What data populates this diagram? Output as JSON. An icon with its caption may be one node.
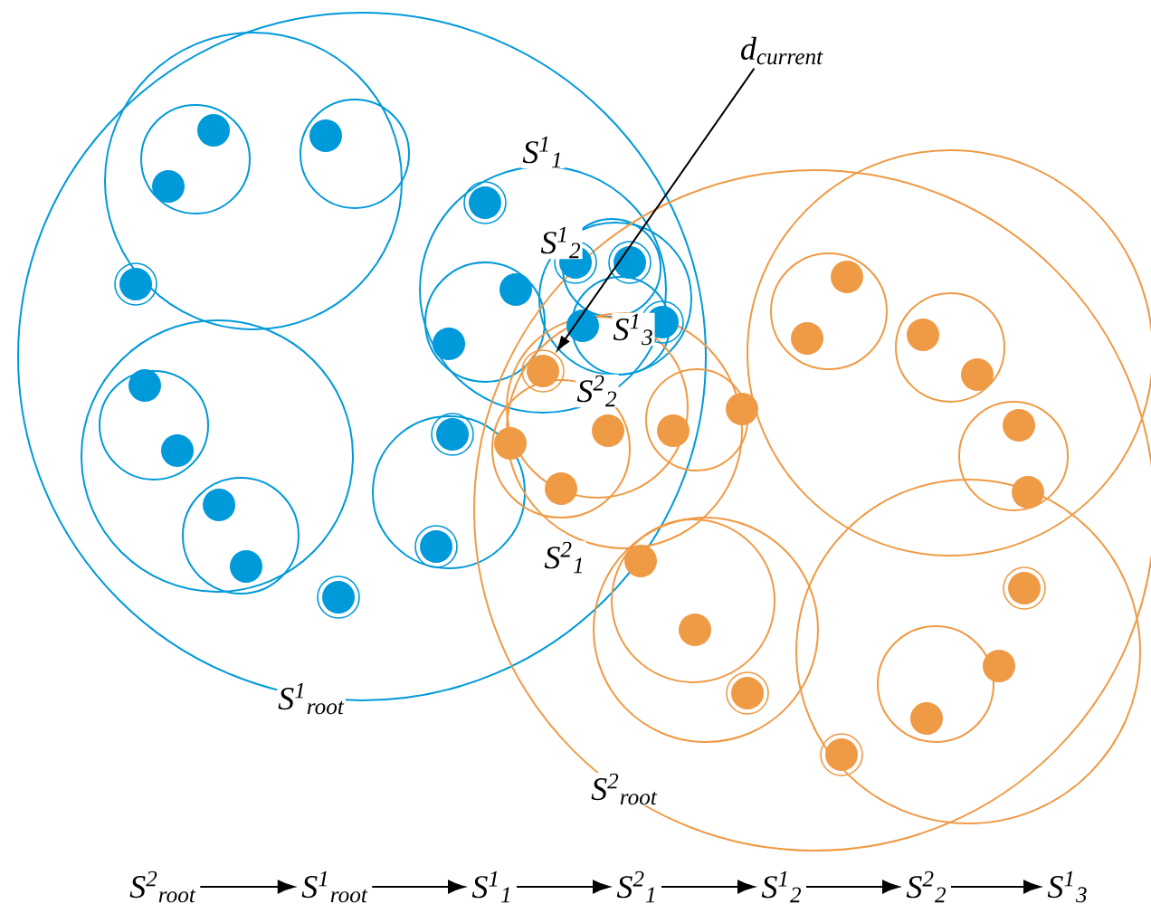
{
  "diagram": {
    "nodes": [
      {
        "text": [
          "S$^{2}$$_{root}$"
        ]
      },
      {
        "text": [
          "S$^{1}$$_{root}$"
        ]
      },
      {
        "text": [
          "S$^{1}$$_{1}$"
        ]
      },
      {
        "text": [
          "S$^{2}$$_{1}$"
        ]
      },
      {
        "text": [
          "S$^{1}$$_{2}$"
        ]
      },
      {
        "text": [
          "S$^{2}$$_{2}$"
        ]
      },
      {
        "text": [
          "S$^{1}$$_{3}$"
        ]
      },
      {
        "text": [
          "d$_{current}$"
        ]
      },
      {
        "text": [],
        "shape": "circle"
      }
    ],
    "edges": [
      {
        "from": 0,
        "to": 1,
        "arrow": "to"
      },
      {
        "from": 1,
        "to": 2,
        "arrow": "to"
      },
      {
        "from": 2,
        "to": 3,
        "arrow": "to"
      },
      {
        "from": 3,
        "to": 4,
        "arrow": "to"
      },
      {
        "from": 4,
        "to": 5,
        "arrow": "to"
      },
      {
        "from": 5,
        "to": 6,
        "arrow": "to"
      },
      {
        "from": 7,
        "to": 8,
        "arrow": "to"
      }
    ],
    "labels": [
      "S$^{1}$$_{1}$",
      "S$^{1}$$_{2}$",
      "S$^{1}$$_{3}$",
      "S$^{2}$$_{2}$",
      "S$^{2}$$_{1}$",
      "S$^{1}$$_{root}$",
      "S$^{2}$$_{root}$"
    ]
  }
}
